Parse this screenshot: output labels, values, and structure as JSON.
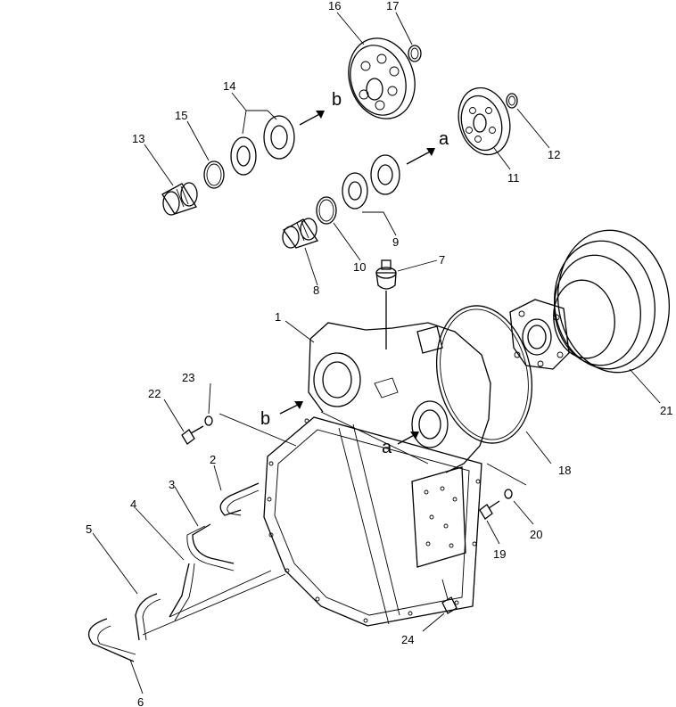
{
  "callouts": [
    "1",
    "2",
    "3",
    "4",
    "5",
    "6",
    "7",
    "8",
    "9",
    "10",
    "11",
    "12",
    "13",
    "14",
    "15",
    "16",
    "17",
    "18",
    "19",
    "20",
    "21",
    "22",
    "23",
    "24"
  ],
  "markers": {
    "a": "a",
    "b": "b"
  }
}
